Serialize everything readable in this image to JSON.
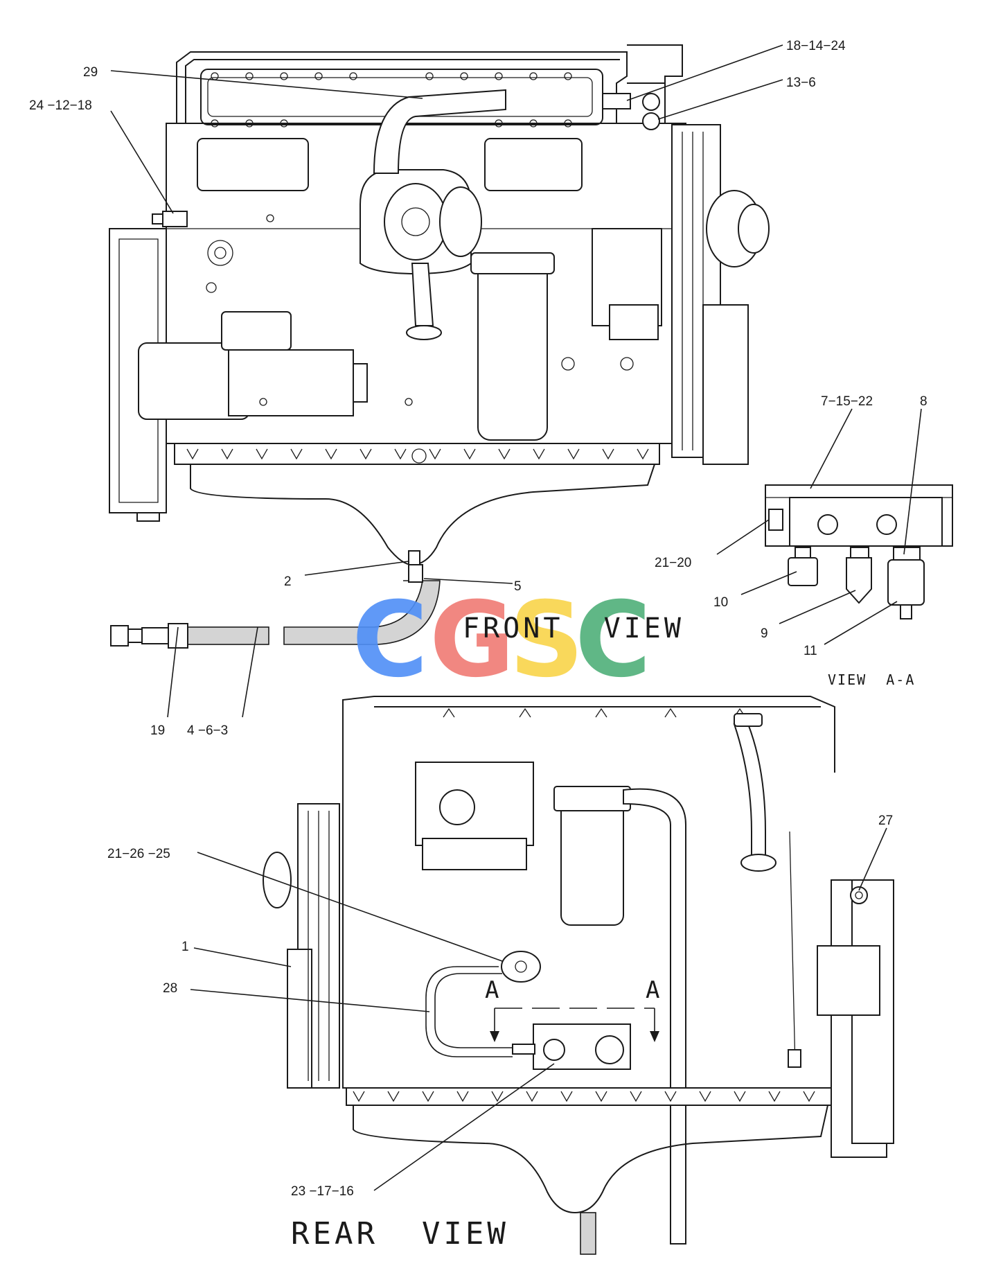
{
  "views": {
    "front": "FRONT  VIEW",
    "rear": "REAR  VIEW",
    "section": "VIEW  A-A",
    "section_marker": "A"
  },
  "callouts": {
    "c_29": "29",
    "c_24_12_18": "24 −12−18",
    "c_18_14_24": "18−14−24",
    "c_13_6": "13−6",
    "c_7_15_22": "7−15−22",
    "c_8": "8",
    "c_21_20": "21−20",
    "c_10": "10",
    "c_9": "9",
    "c_11": "11",
    "c_2": "2",
    "c_5": "5",
    "c_19": "19",
    "c_4_6_3": "4 −6−3",
    "c_27": "27",
    "c_21_26_25": "21−26 −25",
    "c_1": "1",
    "c_28": "28",
    "c_23_17_16": "23 −17−16"
  },
  "watermark": {
    "letters": [
      "C",
      "G",
      "S",
      "C"
    ],
    "colors": [
      "#4f8ff7",
      "#f07b74",
      "#f9d44a",
      "#4fb07a"
    ]
  }
}
